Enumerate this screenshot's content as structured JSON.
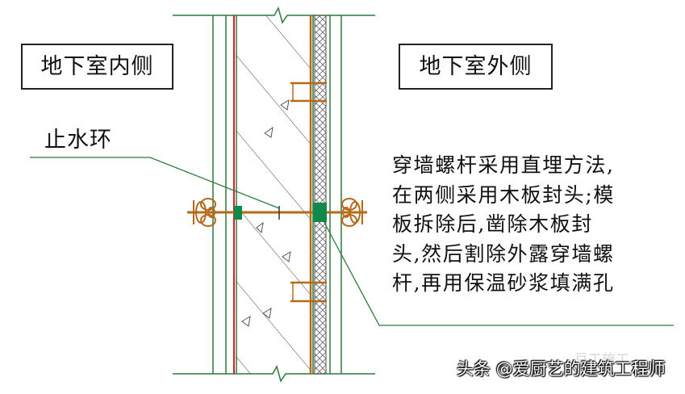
{
  "labels": {
    "inside": "地下室内侧",
    "outside": "地下室外侧",
    "water_stop_ring": "止水环"
  },
  "note_lines": [
    "穿墙螺杆采用直埋方法,",
    "在两侧采用木板封头;模",
    "板拆除后,凿除木板封",
    "头,然后割除外露穿墙螺",
    "杆,再用保温砂浆填满孔"
  ],
  "watermark": {
    "text": "头条 @爱厨艺的建筑工程师",
    "logo_text": "豆工施工"
  },
  "colors": {
    "line": "#2c7a3c",
    "rod": "#b56a1a",
    "red_line": "#d42020",
    "block": "#0f8a4a",
    "hatch": "#333333"
  }
}
